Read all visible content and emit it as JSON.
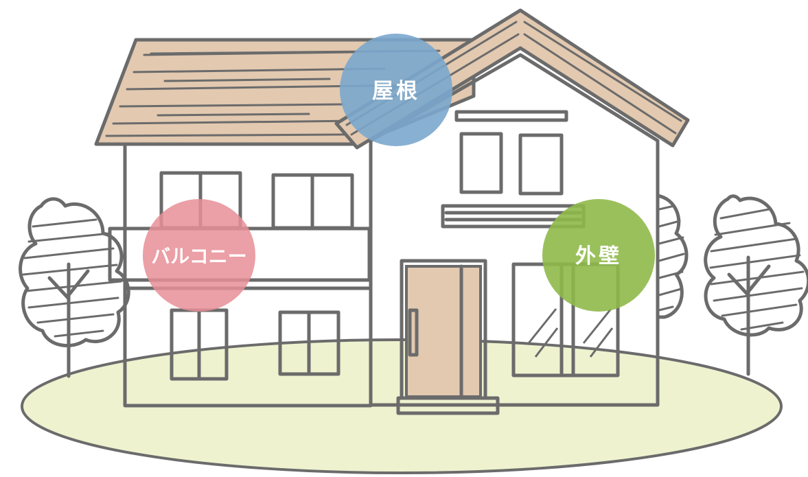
{
  "labels": {
    "roof": {
      "text": "屋根",
      "color": "#7ba7cd"
    },
    "balcony": {
      "text": "バルコニー",
      "color": "#e88e97"
    },
    "wall": {
      "text": "外壁",
      "color": "#8fb94a"
    }
  },
  "colors": {
    "outline": "#6b6b6b",
    "lawn": "#eef2cf",
    "roof": "#e2c9b0",
    "door": "#e2c9b0"
  }
}
